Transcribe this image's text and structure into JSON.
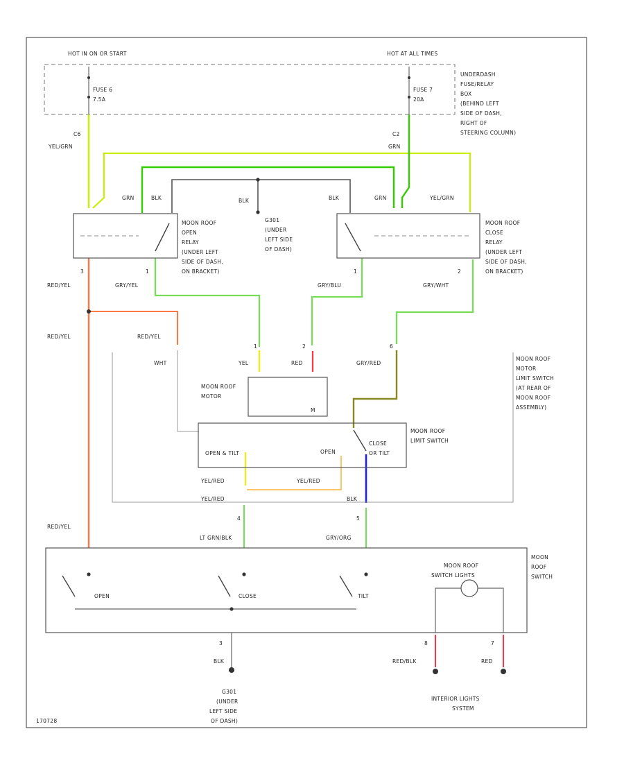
{
  "labels": {
    "hot_run_start": "HOT IN ON OR START",
    "hot_at_all_times": "HOT AT ALL TIMES",
    "fuse_6": "FUSE 6",
    "fuse_6_rating": "7.5A",
    "fuse_7": "FUSE 7",
    "fuse_7_rating": "20A",
    "underdash_box": [
      "UNDERDASH",
      "FUSE/RELAY",
      "BOX",
      "(BEHIND LEFT",
      "SIDE OF DASH,",
      "RIGHT OF",
      "STEERING COLUMN)"
    ],
    "c6": "C6",
    "c2": "C2",
    "yel_grn": "YEL/GRN",
    "grn": "GRN",
    "blk": "BLK",
    "open_relay": [
      "MOON ROOF",
      "OPEN",
      "RELAY",
      "(UNDER LEFT",
      "SIDE OF DASH,",
      "ON BRACKET)"
    ],
    "close_relay": [
      "MOON ROOF",
      "CLOSE",
      "RELAY",
      "(UNDER LEFT",
      "SIDE OF DASH,",
      "ON BRACKET)"
    ],
    "g301": [
      "G301",
      "(UNDER",
      "LEFT SIDE",
      "OF DASH)"
    ],
    "red_yel": "RED/YEL",
    "gry_yel": "GRY/YEL",
    "gry_blu": "GRY/BLU",
    "gry_wht": "GRY/WHT",
    "wht": "WHT",
    "yel": "YEL",
    "red": "RED",
    "gry_red": "GRY/RED",
    "motor": [
      "MOON ROOF",
      "MOTOR"
    ],
    "limit_switch_assembly": [
      "MOON ROOF",
      "MOTOR",
      "LIMIT SWITCH",
      "(AT REAR OF",
      "MOON ROOF",
      "ASSEMBLY)"
    ],
    "limit_switch": [
      "MOON ROOF",
      "LIMIT SWITCH"
    ],
    "open_close_tilt": "OPEN & TILT",
    "open": "OPEN",
    "close_or_tilt": [
      "CLOSE",
      "OR TILT"
    ],
    "yel_red": "YEL/RED",
    "lt_grn_blk": "LT GRN/BLK",
    "gry_org": "GRY/ORG",
    "switch_open": "OPEN",
    "switch_close": "CLOSE",
    "switch_tilt": "TILT",
    "switch_lights": [
      "MOON ROOF",
      "SWITCH LIGHTS"
    ],
    "moon_roof_switch": [
      "MOON",
      "ROOF",
      "SWITCH"
    ],
    "red_blk": "RED/BLK",
    "g301_bottom": [
      "G301",
      "(UNDER",
      "LEFT SIDE",
      "OF DASH)"
    ],
    "interior_lights": [
      "INTERIOR LIGHTS",
      "SYSTEM"
    ],
    "pin_1": "1",
    "pin_2": "2",
    "pin_3": "3",
    "pin_4": "4",
    "pin_5": "5",
    "pin_6": "6",
    "pin_7": "7",
    "pin_8": "8",
    "motor_m": "M",
    "figure_id": "170728"
  },
  "colors": {
    "yel_grn": "#c8f000",
    "grn": "#33cc00",
    "green_light": "#77dd55",
    "blk": "#555555",
    "red_yel": "#ff7744",
    "red": "#ff3344",
    "yel": "#f0f000",
    "gry_red": "#888822",
    "yel_red": "#ffbb55",
    "blu": "#2222ee",
    "frame": "#555555"
  }
}
